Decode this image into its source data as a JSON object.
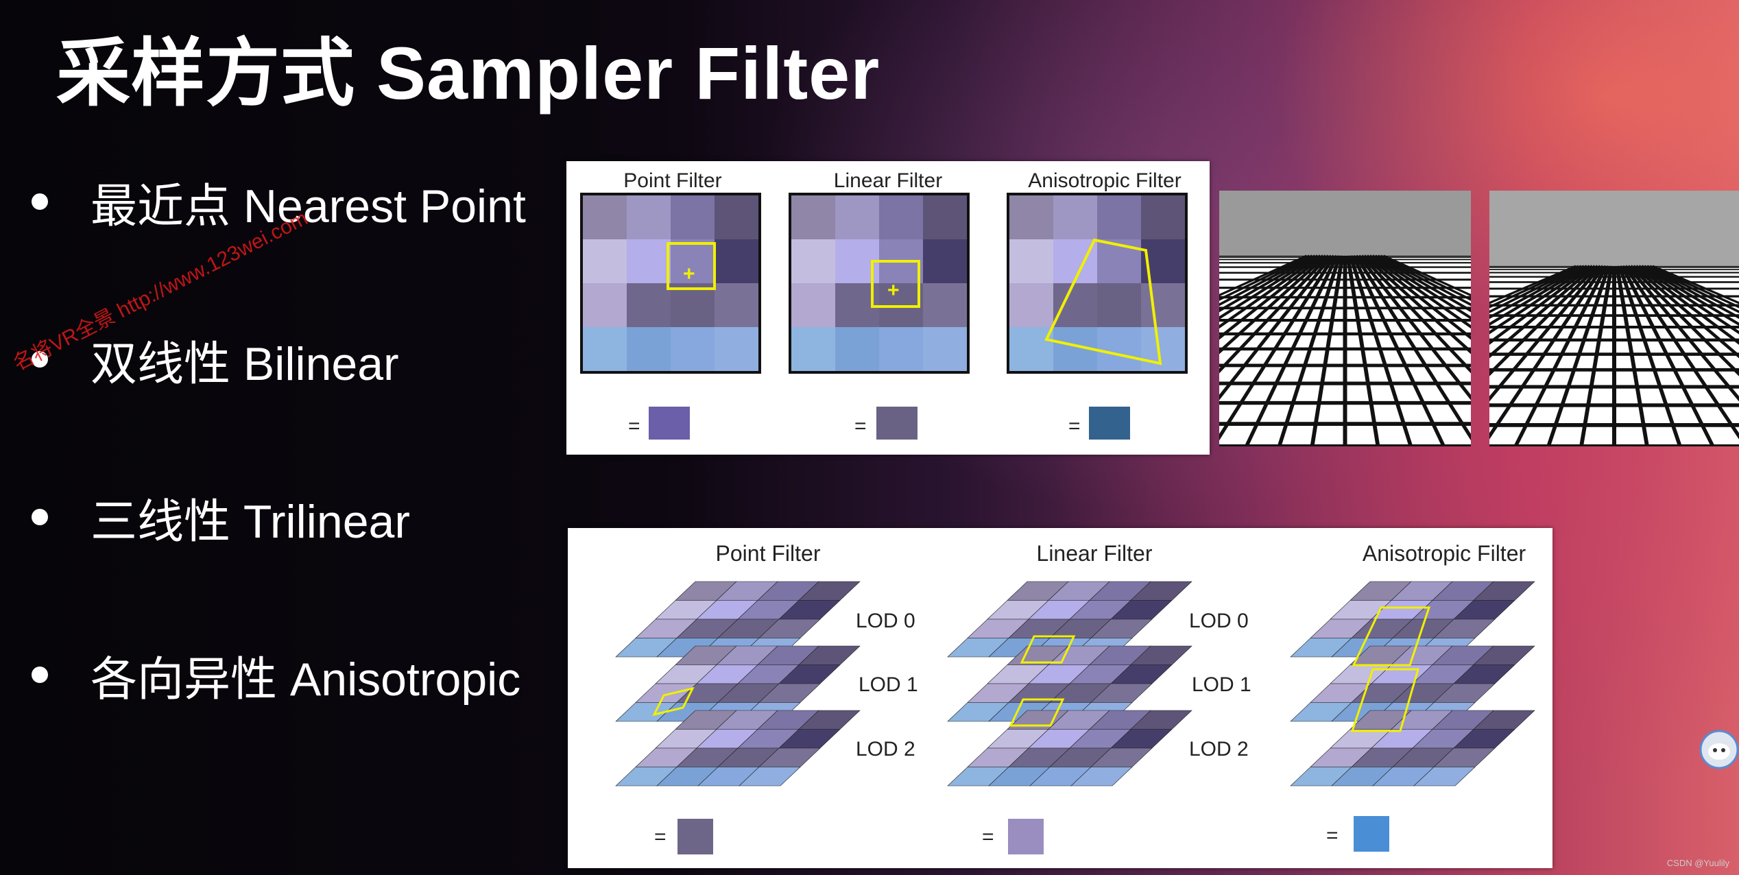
{
  "slide": {
    "title": "采样方式 Sampler Filter",
    "bullets": [
      {
        "label": "最近点 Nearest Point"
      },
      {
        "label": "双线性 Bilinear"
      },
      {
        "label": "三线性 Trilinear"
      },
      {
        "label": "各向异性 Anisotropic"
      }
    ]
  },
  "watermark": {
    "text": "名将VR全景 http://www.123wei.com"
  },
  "figure_top": {
    "panels": [
      {
        "title": "Point Filter",
        "equals": "=",
        "result_color": "#6a5fa8"
      },
      {
        "title": "Linear Filter",
        "equals": "=",
        "result_color": "#6a6284"
      },
      {
        "title": "Anisotropic Filter",
        "equals": "=",
        "result_color": "#33628e"
      }
    ]
  },
  "figure_bottom": {
    "panels": [
      {
        "title": "Point Filter",
        "equals": "=",
        "result_color": "#6e6688"
      },
      {
        "title": "Linear Filter",
        "equals": "=",
        "result_color": "#9a8ec0"
      },
      {
        "title": "Anisotropic Filter",
        "equals": "=",
        "result_color": "#4a8fd6"
      }
    ],
    "lod_labels": [
      "LOD 0",
      "LOD 1",
      "LOD 2"
    ]
  },
  "footer": {
    "credit": "CSDN @Yuulily"
  },
  "colors": {
    "highlight": "#f0f000",
    "text": "#ffffff"
  }
}
